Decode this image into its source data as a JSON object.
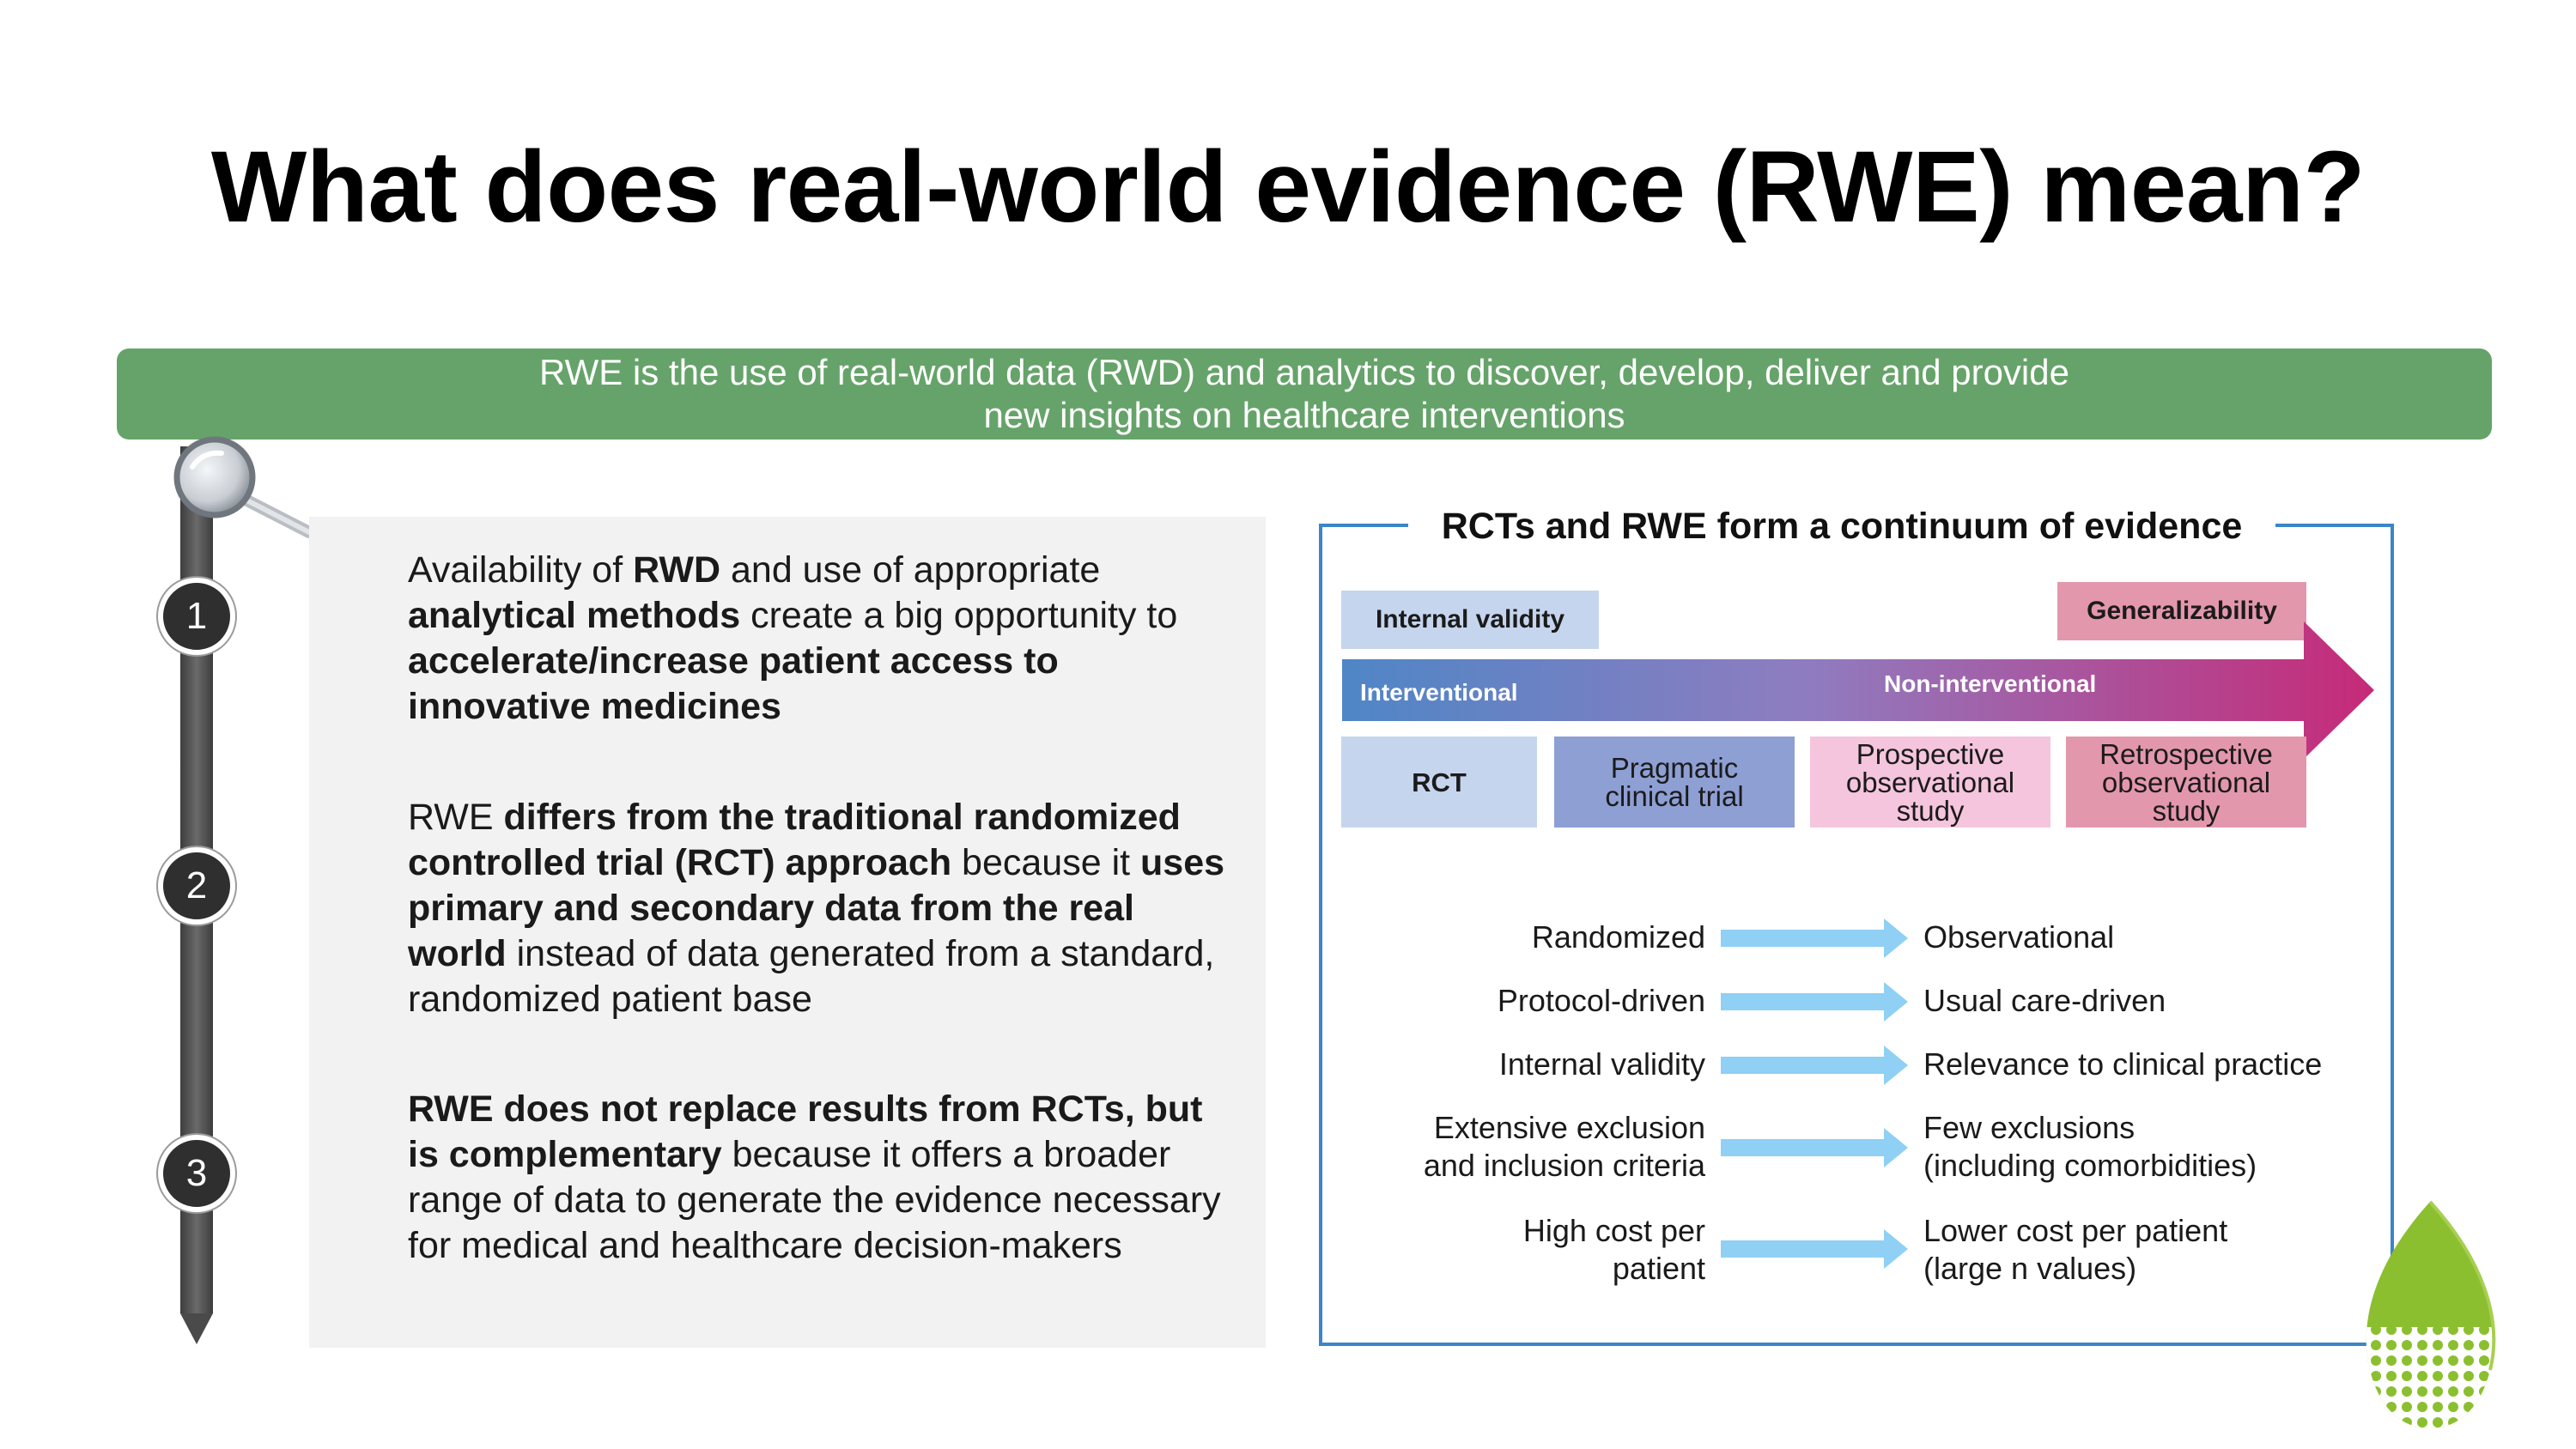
{
  "title": "What does real-world evidence (RWE) mean?",
  "banner": {
    "line1": "RWE is the use of real-world data (RWD) and analytics to discover, develop, deliver and provide",
    "line2": "new insights on healthcare interventions",
    "color": "#66a36a"
  },
  "timeline": {
    "steps": [
      "1",
      "2",
      "3"
    ],
    "icon": "magnifier-icon"
  },
  "points": [
    [
      {
        "t": "Availability of ",
        "b": false
      },
      {
        "t": "RWD",
        "b": true
      },
      {
        "t": " and use of appropriate ",
        "b": false
      },
      {
        "t": "analytical methods",
        "b": true
      },
      {
        "t": " create a big opportunity to ",
        "b": false
      },
      {
        "t": "accelerate/increase patient access to innovative medicines",
        "b": true
      }
    ],
    [
      {
        "t": "RWE ",
        "b": false
      },
      {
        "t": "differs from the traditional randomized controlled trial (RCT) approach",
        "b": true
      },
      {
        "t": " because it ",
        "b": false
      },
      {
        "t": "uses primary and secondary data from the real world",
        "b": true
      },
      {
        "t": " instead of data generated from a standard, randomized patient base",
        "b": false
      }
    ],
    [
      {
        "t": "RWE does not replace results from RCTs, but is complementary",
        "b": true
      },
      {
        "t": " because it offers a broader range of data to generate the evidence necessary for medical and healthcare decision-makers",
        "b": false
      }
    ]
  ],
  "continuum": {
    "title": "RCTs and RWE form a continuum of evidence",
    "internal_validity": "Internal validity",
    "generalizability": "Generalizability",
    "interventional": "Interventional",
    "non_interventional": "Non-interventional",
    "studies": [
      {
        "line1": "RCT",
        "line2": "",
        "line3": "",
        "color": "#c5d5ee"
      },
      {
        "line1": "Pragmatic",
        "line2": "clinical trial",
        "line3": "",
        "color": "#8e9fd4"
      },
      {
        "line1": "Prospective",
        "line2": "observational",
        "line3": "study",
        "color": "#f5c5de"
      },
      {
        "line1": "Retrospective",
        "line2": "observational",
        "line3": "study",
        "color": "#e397ad"
      }
    ],
    "comparisons": [
      {
        "left1": "Randomized",
        "left2": "",
        "right1": "Observational",
        "right2": ""
      },
      {
        "left1": "Protocol-driven",
        "left2": "",
        "right1": "Usual care-driven",
        "right2": ""
      },
      {
        "left1": "Internal validity",
        "left2": "",
        "right1": "Relevance to clinical practice",
        "right2": ""
      },
      {
        "left1": "Extensive exclusion",
        "left2": "and inclusion criteria",
        "right1": "Few exclusions",
        "right2": "(including comorbidities)"
      },
      {
        "left1": "High cost per",
        "left2": "patient",
        "right1": "Lower cost per patient",
        "right2": "(large n values)"
      }
    ],
    "colors": {
      "box_border": "#3a86c8",
      "gradient_start": "#4f86c6",
      "gradient_mid": "#8f7cc0",
      "gradient_end": "#c62a78",
      "cmp_arrow": "#8fd0f4",
      "internal_validity_tag": "#c5d5ee",
      "generalizability_tag": "#e397ad"
    }
  },
  "logo": {
    "icon": "leaf-logo-icon",
    "color": "#8cbf2f"
  }
}
